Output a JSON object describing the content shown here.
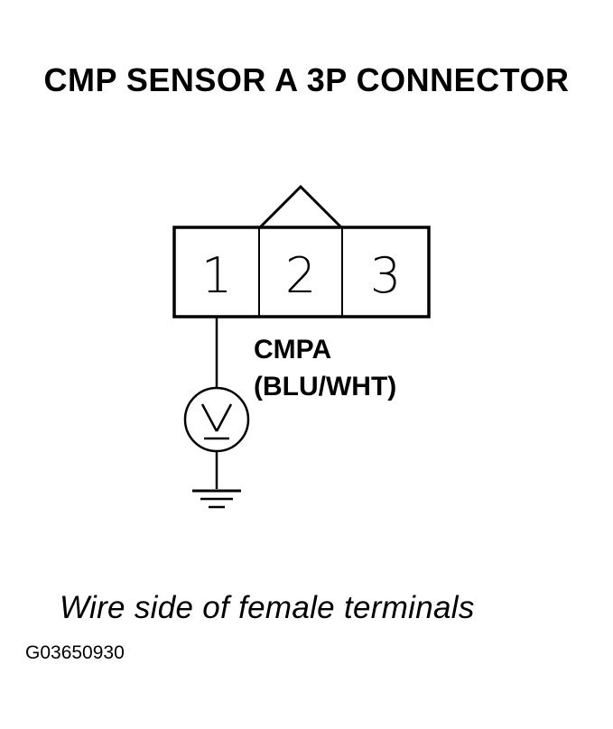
{
  "title": "CMP SENSOR A 3P CONNECTOR",
  "connector": {
    "pins": [
      "1",
      "2",
      "3"
    ]
  },
  "wire": {
    "signal": "CMPA",
    "color": "(BLU/WHT)"
  },
  "meter": {
    "symbol": "V",
    "icon": "voltmeter-icon"
  },
  "ground": {
    "icon": "ground-icon"
  },
  "caption": "Wire side of female terminals",
  "figure_code": "G03650930"
}
